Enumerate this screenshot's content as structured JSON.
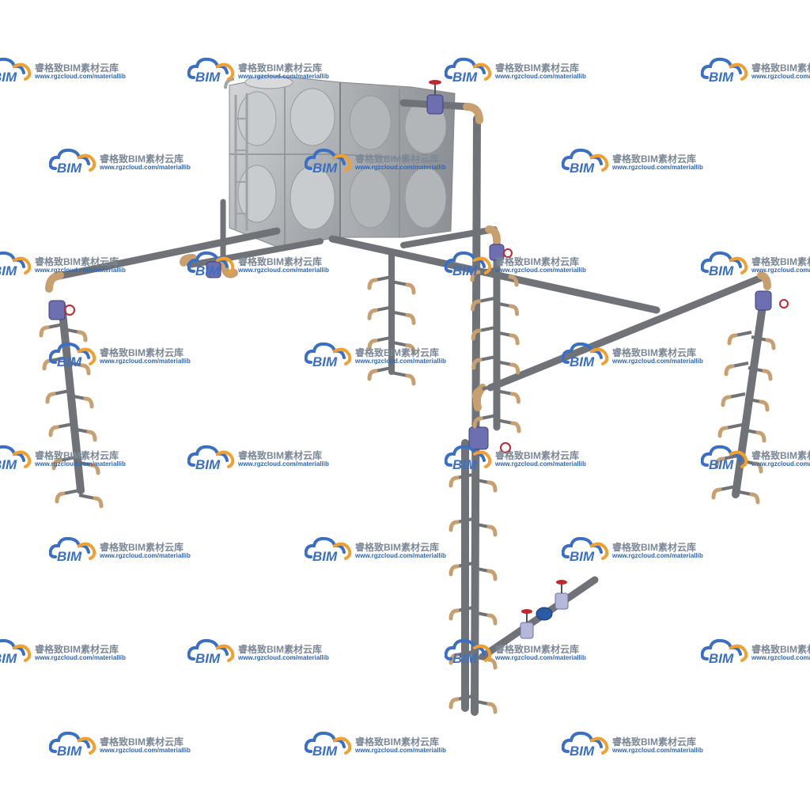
{
  "watermark": {
    "logo_text": "BIM",
    "title": "睿格致BIM素材云库",
    "url": "www.rgzcloud.com/materiallib"
  },
  "colors": {
    "pipe": "#6f7378",
    "pipe_highlight": "#9aa0a6",
    "copper": "#c8a070",
    "valve_body": "#6d6fb0",
    "handwheel": "#c0282e",
    "tank": "#b9bcbf",
    "watermark_blue": "#3a6fc4",
    "watermark_orange": "#f0a030"
  },
  "icons": [
    "water-tank-icon",
    "gate-valve-icon",
    "faucet-icon",
    "check-valve-icon",
    "cloud-logo-icon"
  ]
}
